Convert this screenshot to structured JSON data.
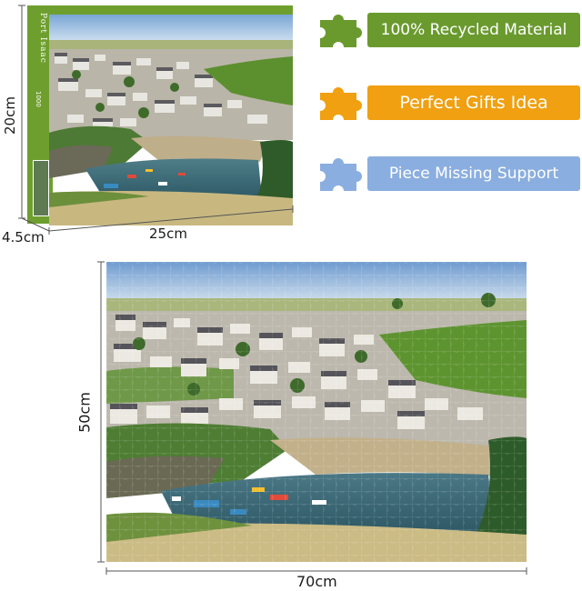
{
  "box": {
    "spine_title": "Port Isaac",
    "spine_count": "1000",
    "height_label": "20cm",
    "depth_label": "4.5cm",
    "width_label": "25cm"
  },
  "puzzle": {
    "height_label": "50cm",
    "width_label": "70cm"
  },
  "features": [
    {
      "label": "100% Recycled Material",
      "color": "#6a9a2e",
      "icon": "puzzle-piece-icon"
    },
    {
      "label": "Perfect Gifts Idea",
      "color": "#f0a010",
      "icon": "puzzle-piece-icon"
    },
    {
      "label": "Piece Missing Support",
      "color": "#8aaee0",
      "icon": "puzzle-piece-icon"
    }
  ]
}
